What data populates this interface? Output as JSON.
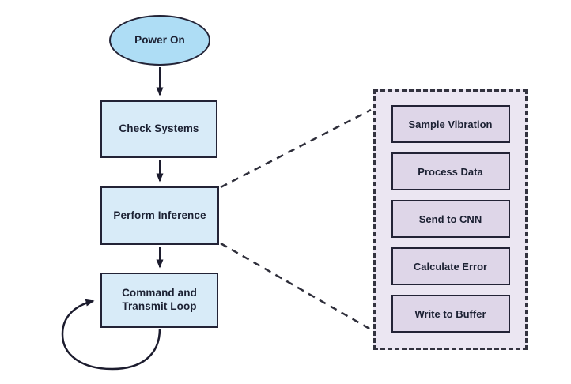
{
  "diagram": {
    "title": "embedded inference flowchart",
    "colors": {
      "background": "#ffffff",
      "oval_fill": "#aeddf5",
      "rect_fill": "#d8ebf8",
      "panel_fill": "#ebe6f2",
      "panel_box_fill": "#ded6e8",
      "border": "#232336",
      "text": "#1c2133"
    },
    "nodes": {
      "power_on": {
        "label": "Power On",
        "shape": "ellipse"
      },
      "check_systems": {
        "label": "Check Systems",
        "shape": "rectangle"
      },
      "perform_inference": {
        "label": "Perform Inference",
        "shape": "rectangle"
      },
      "command_loop": {
        "label": "Command and Transmit Loop",
        "shape": "rectangle",
        "note": "self-loop arrow"
      }
    },
    "panel": {
      "style": "dashed-border",
      "linked_from": "perform_inference",
      "items": [
        {
          "label": "Sample Vibration"
        },
        {
          "label": "Process Data"
        },
        {
          "label": "Send to CNN"
        },
        {
          "label": "Calculate Error"
        },
        {
          "label": "Write to Buffer"
        }
      ]
    }
  }
}
